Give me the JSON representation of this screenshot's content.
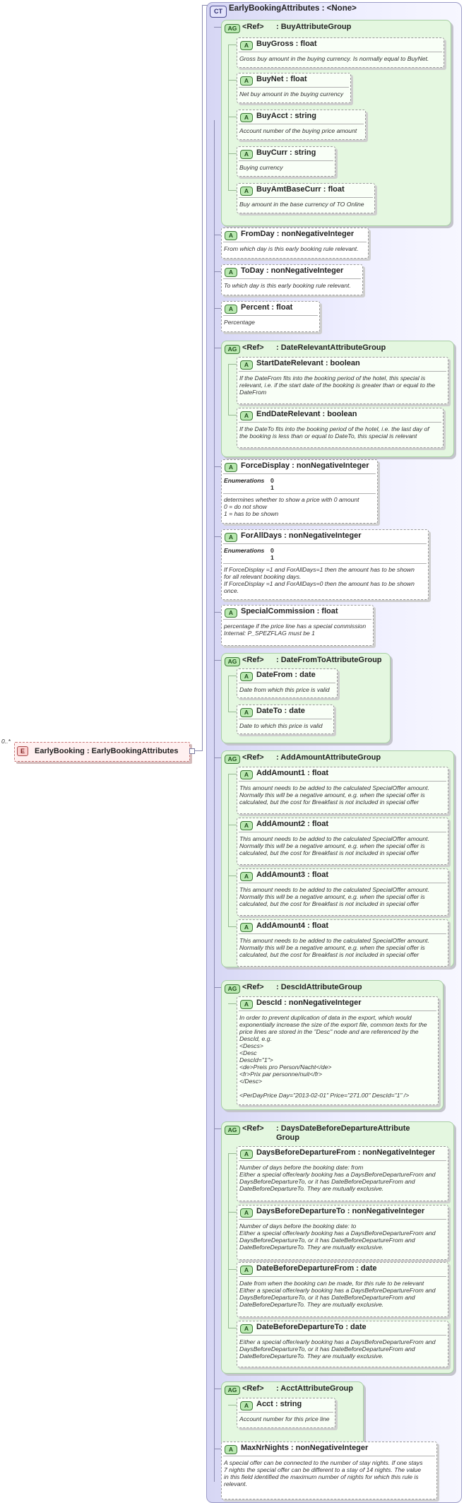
{
  "complex_type": {
    "badge": "CT",
    "title": "EarlyBookingAttributes : <None>"
  },
  "root_element": {
    "badge": "E",
    "cardinality": "0..*",
    "name": "EarlyBooking : EarlyBookingAttributes"
  },
  "groups": [
    {
      "id": "g1",
      "badge": "AG",
      "ref": "<Ref>",
      "name": ": BuyAttributeGroup",
      "attributes": [
        {
          "badge": "A",
          "name": "BuyGross : float",
          "desc": "Gross buy amount in the buying currency. Is normally equal to BuyNet."
        },
        {
          "badge": "A",
          "name": "BuyNet   : float",
          "desc": "Net buy amount in the buying currency"
        },
        {
          "badge": "A",
          "name": "BuyAcct : string",
          "desc": "Account number of the buying price amount"
        },
        {
          "badge": "A",
          "name": "BuyCurr : string",
          "desc": "Buying currency"
        },
        {
          "badge": "A",
          "name": "BuyAmtBaseCurr : float",
          "desc": "Buy amount in the base currency of TO Online"
        }
      ]
    },
    {
      "id": "g2",
      "badge": "AG",
      "ref": "<Ref>",
      "name": ": DateRelevantAttributeGroup",
      "attributes": [
        {
          "badge": "A",
          "name": "StartDateRelevant : boolean",
          "desc": "If the DateFrom fits into the booking period of the hotel, this special is\nrelevant, i.e. if the start date of the booking is greater than or equal to the\nDateFrom"
        },
        {
          "badge": "A",
          "name": "EndDateRelevant : boolean",
          "desc": "If the DateTo fits into the booking period of the hotel, i.e. the last day of\nthe booking is less than or equal to DateTo, this special is relevant"
        }
      ]
    },
    {
      "id": "g3",
      "badge": "AG",
      "ref": "<Ref>",
      "name": ": DateFromToAttributeGroup",
      "attributes": [
        {
          "badge": "A",
          "name": "DateFrom : date",
          "desc": "Date from which this price is valid"
        },
        {
          "badge": "A",
          "name": "DateTo   : date",
          "desc": "Date to which this price is valid"
        }
      ]
    },
    {
      "id": "g4",
      "badge": "AG",
      "ref": "<Ref>",
      "name": ": AddAmountAttributeGroup",
      "attributes": [
        {
          "badge": "A",
          "name": "AddAmount1 : float",
          "desc": "This amount needs to be added to the calculated SpecialOffer amount.\nNormally this will be a negative amount, e.g. when the special offer is\ncalculated, but the cost for Breakfast is not included in special offer"
        },
        {
          "badge": "A",
          "name": "AddAmount2 : float",
          "desc": "This amount needs to be added to the calculated SpecialOffer amount.\nNormally this will be a negative amount, e.g. when the special offer is\ncalculated, but the cost for Breakfast is not included in special offer"
        },
        {
          "badge": "A",
          "name": "AddAmount3 : float",
          "desc": "This amount needs to be added to the calculated SpecialOffer amount.\nNormally this will be a negative amount, e.g. when the special offer is\ncalculated, but the cost for Breakfast is not included in special offer"
        },
        {
          "badge": "A",
          "name": "AddAmount4 : float",
          "desc": "This amount needs to be added to the calculated SpecialOffer amount.\nNormally this will be a negative amount, e.g. when the special offer is\ncalculated, but the cost for Breakfast is not included in special offer"
        }
      ]
    },
    {
      "id": "g5",
      "badge": "AG",
      "ref": "<Ref>",
      "name": ": DescIdAttributeGroup",
      "attributes": [
        {
          "badge": "A",
          "name": "DescId   : nonNegativeInteger",
          "desc": "In order to prevent duplication of data in the export, which would\nexponentially increase the size of the export file, common texts for the\nprice lines are stored in the \"Desc\" node and are referenced by the\nDescId, e.g.\n<Descs>\n<Desc\nDescId=\"1\">\n<de>Preis pro Person/Nacht</de>\n<fr>Prix par personne/nuit</fr>\n</Desc>\n\n<PerDayPrice Day=\"2013-02-01\" Price=\"271.00\" DescId=\"1\" />"
        }
      ]
    },
    {
      "id": "g6",
      "badge": "AG",
      "ref": "<Ref>",
      "name": ": DaysDateBeforeDepartureAttribute\n  Group",
      "attributes": [
        {
          "badge": "A",
          "name": "DaysBeforeDepartureFrom : nonNegativeInteger",
          "desc": "Number of days before the booking date: from\nEither a special offer/early booking has a DaysBeforeDepartureFrom and\nDaysBeforeDepartureTo, or it has DateBeforeDepartureFrom and\nDateBeforeDepartureTo.  They are mutually exclusive."
        },
        {
          "badge": "A",
          "name": "DaysBeforeDepartureTo : nonNegativeInteger",
          "desc": "Number of days before the booking date: to\nEither a special offer/early booking has a DaysBeforeDepartureFrom and\nDaysBeforeDepartureTo, or it has DateBeforeDepartureFrom and\nDateBeforeDepartureTo.  They are mutually exclusive."
        },
        {
          "badge": "A",
          "name": "DateBeforeDepartureFrom : date",
          "desc": "Date from when the booking can be made, for this rule to be relevant\nEither a special offer/early booking has a DaysBeforeDepartureFrom and\nDaysBeforeDepartureTo, or it has DateBeforeDepartureFrom and\nDateBeforeDepartureTo.  They are mutually exclusive."
        },
        {
          "badge": "A",
          "name": "DateBeforeDepartureTo : date",
          "desc": "Either a special offer/early booking has a DaysBeforeDepartureFrom and\nDaysBeforeDepartureTo, or it has DateBeforeDepartureFrom and\nDateBeforeDepartureTo.  They are mutually exclusive."
        }
      ]
    },
    {
      "id": "g7",
      "badge": "AG",
      "ref": "<Ref>",
      "name": ": AcctAttributeGroup",
      "attributes": [
        {
          "badge": "A",
          "name": "Acct      : string",
          "desc": "Account number for this price line"
        }
      ]
    }
  ],
  "attributes": [
    {
      "id": "a1",
      "badge": "A",
      "name": "FromDay : nonNegativeInteger",
      "desc": "From which day is this early booking rule relevant."
    },
    {
      "id": "a2",
      "badge": "A",
      "name": "ToDay    : nonNegativeInteger",
      "desc": "To which day is this early booking rule relevant."
    },
    {
      "id": "a3",
      "badge": "A",
      "name": "Percent  : float",
      "desc": "Percentage"
    },
    {
      "id": "a4",
      "badge": "A",
      "name": "ForceDisplay : nonNegativeInteger",
      "enum_label": "Enumerations",
      "enum_values": "0\n1",
      "desc": "determines whether to show a price with 0 amount\n0 = do not show\n1 = has to be shown"
    },
    {
      "id": "a5",
      "badge": "A",
      "name": "ForAllDays : nonNegativeInteger",
      "enum_label": "Enumerations",
      "enum_values": "0\n1",
      "desc": "If ForceDisplay =1 and ForAllDays=1 then the amount has to be shown\nfor all relevant booking days.\nIf ForceDisplay =1 and ForAllDays=0 then the amount has to be shown\nonce."
    },
    {
      "id": "a6",
      "badge": "A",
      "name": "SpecialCommission : float",
      "desc": "percentage if the price line has a special commission\nInternal: P_SPEZFLAG must be 1"
    },
    {
      "id": "a7",
      "badge": "A",
      "name": "MaxNrNights : nonNegativeInteger",
      "desc": "A special offer can be connected to the number of stay nights. If one stays\n7 nights the special offer can be different to a stay of 14 nights. The value\nin this field identified the maximum number of nights for which this rule is\nrelevant."
    }
  ]
}
